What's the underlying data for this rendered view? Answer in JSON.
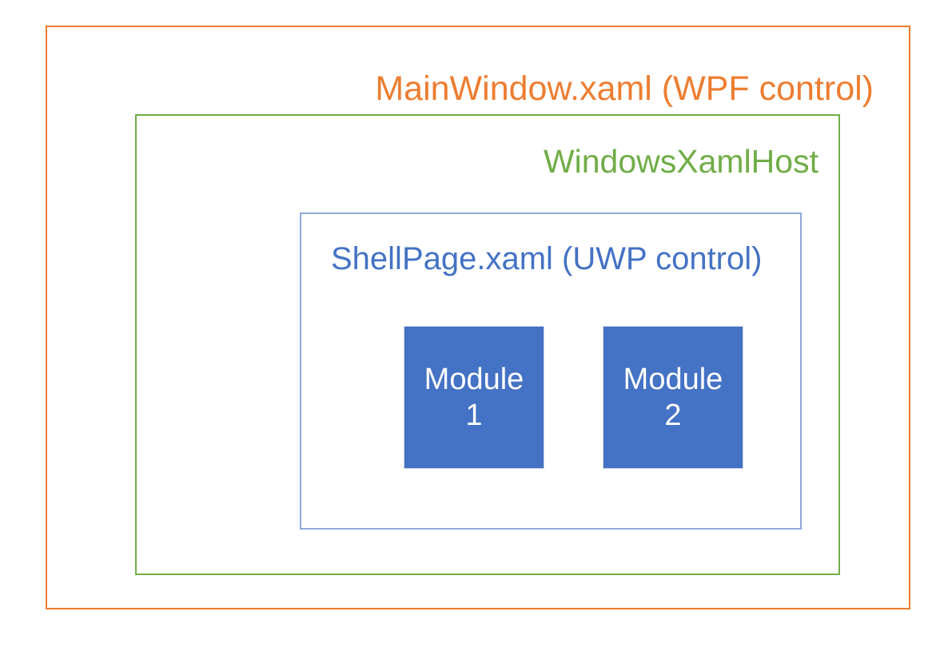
{
  "diagram": {
    "type": "nested-architecture-boxes",
    "outer": {
      "label": "MainWindow.xaml (WPF control)",
      "color": "#ED7D31"
    },
    "middle": {
      "label": "WindowsXamlHost",
      "color": "#70AD47"
    },
    "inner": {
      "label": "ShellPage.xaml (UWP control)",
      "color": "#4472C4",
      "border_color": "#8FAADC"
    },
    "modules": [
      {
        "name_line": "Module",
        "number_line": "1",
        "fill": "#4472C4",
        "text_color": "#FFFFFF"
      },
      {
        "name_line": "Module",
        "number_line": "2",
        "fill": "#4472C4",
        "text_color": "#FFFFFF"
      }
    ]
  }
}
